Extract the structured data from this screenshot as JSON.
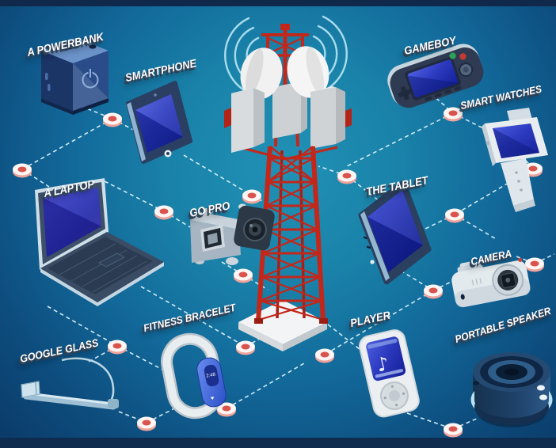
{
  "diagram": {
    "type": "isometric-flowchart",
    "center_node": "telecommunication tower",
    "devices": [
      {
        "id": "powerbank",
        "label": "A POWERBANK"
      },
      {
        "id": "smartphone",
        "label": "SMARTPHONE"
      },
      {
        "id": "laptop",
        "label": "A LAPTOP"
      },
      {
        "id": "gopro",
        "label": "GO PRO"
      },
      {
        "id": "google-glass",
        "label": "GOOGLE GLASS"
      },
      {
        "id": "fitness-bracelet",
        "label": "FITNESS BRACELET"
      },
      {
        "id": "gameboy",
        "label": "GAMEBOY"
      },
      {
        "id": "smart-watches",
        "label": "SMART WATCHES"
      },
      {
        "id": "tablet",
        "label": "THE TABLET"
      },
      {
        "id": "camera",
        "label": "CAMERA"
      },
      {
        "id": "player",
        "label": "PLAYER"
      },
      {
        "id": "portable-speaker",
        "label": "PORTABLE SPEAKER"
      }
    ],
    "bracelet_display_time": "2:48",
    "player_note_glyph": "♪",
    "connector_dot_count": 17,
    "colors": {
      "background_center": "#2191b5",
      "background_edge": "#0a3765",
      "frame_bar": "#10294a",
      "tower_red": "#c3271a",
      "dot_red": "#da544e",
      "dashed_line": "#d9f2f8",
      "label_text": "#ffffff",
      "label_extrude": "#33475c",
      "screen_blue": "#2c3bc0"
    }
  }
}
